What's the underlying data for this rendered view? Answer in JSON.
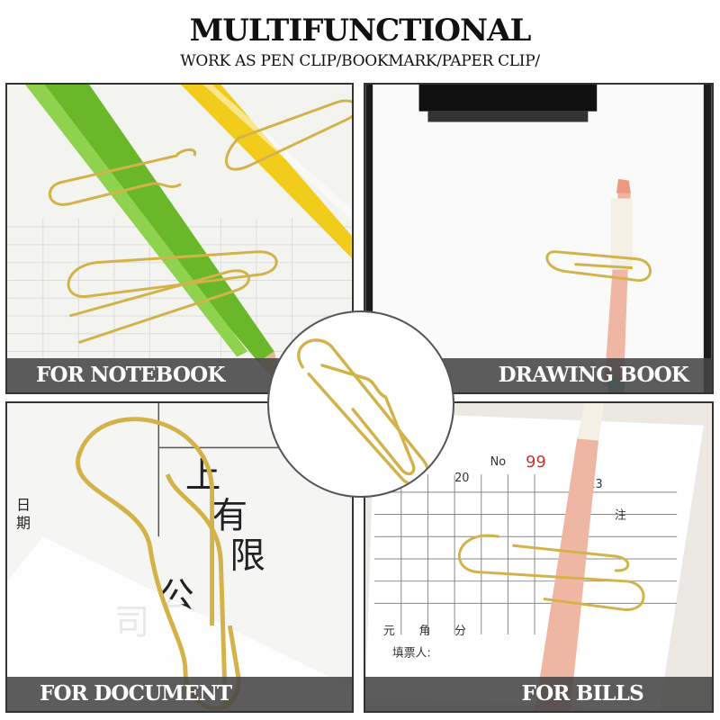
{
  "header": {
    "title": "MULTIFUNCTIONAL",
    "subtitle": "WORK AS  PEN CLIP/BOOKMARK/PAPER CLIP/"
  },
  "panels": [
    {
      "caption": "FOR NOTEBOOK"
    },
    {
      "caption": "DRAWING BOOK"
    },
    {
      "caption": "FOR DOCUMENT"
    },
    {
      "caption": "FOR BILLS"
    }
  ],
  "colors": {
    "gold": "#d4b24a",
    "caption_bg": "#464646",
    "pencil_green": "#6ab82a",
    "pen_pink": "#eeb2a2"
  },
  "icons": [
    "paperclip-icon"
  ]
}
